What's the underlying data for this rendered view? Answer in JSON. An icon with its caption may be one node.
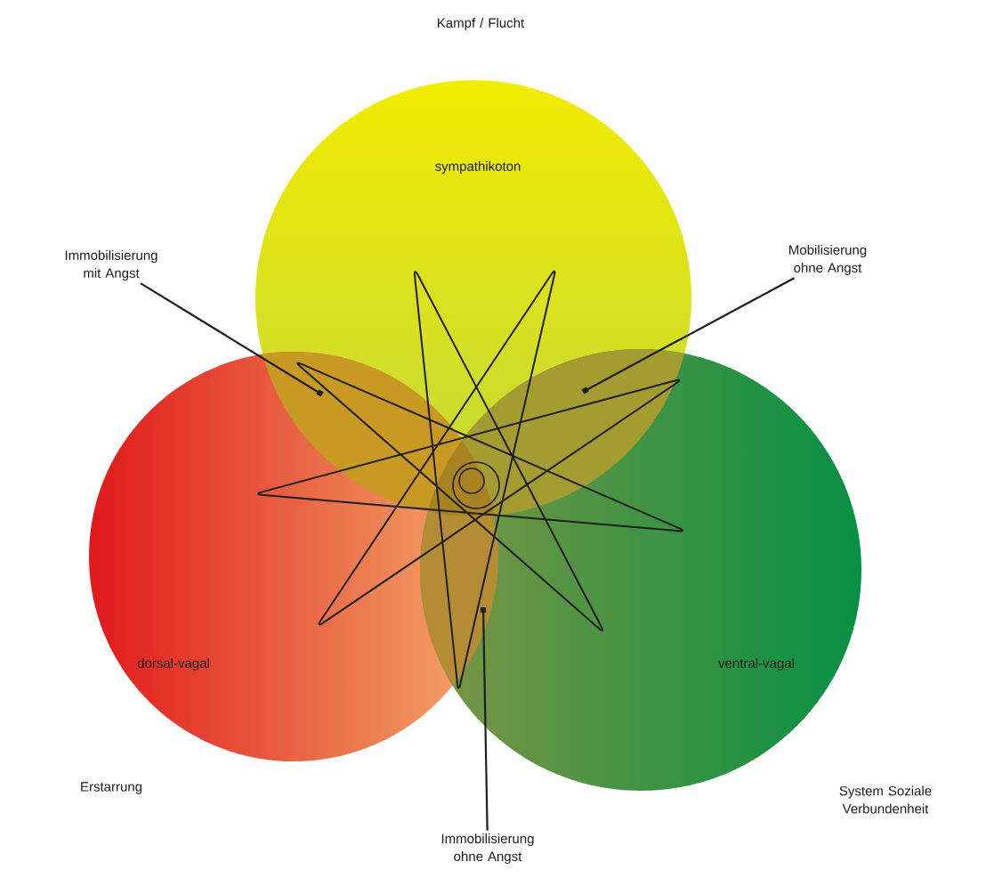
{
  "diagram": {
    "nodes": [
      {
        "text": [
          "sympathikoton"
        ],
        "beside": [
          "Kampf / Flucht"
        ]
      },
      {
        "text": [
          "dorsal-vagal"
        ],
        "beside": [
          "Erstarrung"
        ]
      },
      {
        "text": [
          "ventral-vagal"
        ],
        "beside": [
          "System Soziale Verbundenheit"
        ]
      },
      {
        "text": [
          "Immobilisierung mit Angst"
        ]
      },
      {
        "text": [
          "Mobilisierung ohne Angst"
        ]
      },
      {
        "text": [
          "Immobilisierung ohne Angst"
        ]
      }
    ],
    "edges": [
      {
        "from": 3,
        "to": 1,
        "arrow": "other"
      },
      {
        "from": 4,
        "to": 0,
        "arrow": "other"
      },
      {
        "from": 5,
        "to": 1,
        "arrow": "other"
      }
    ]
  }
}
